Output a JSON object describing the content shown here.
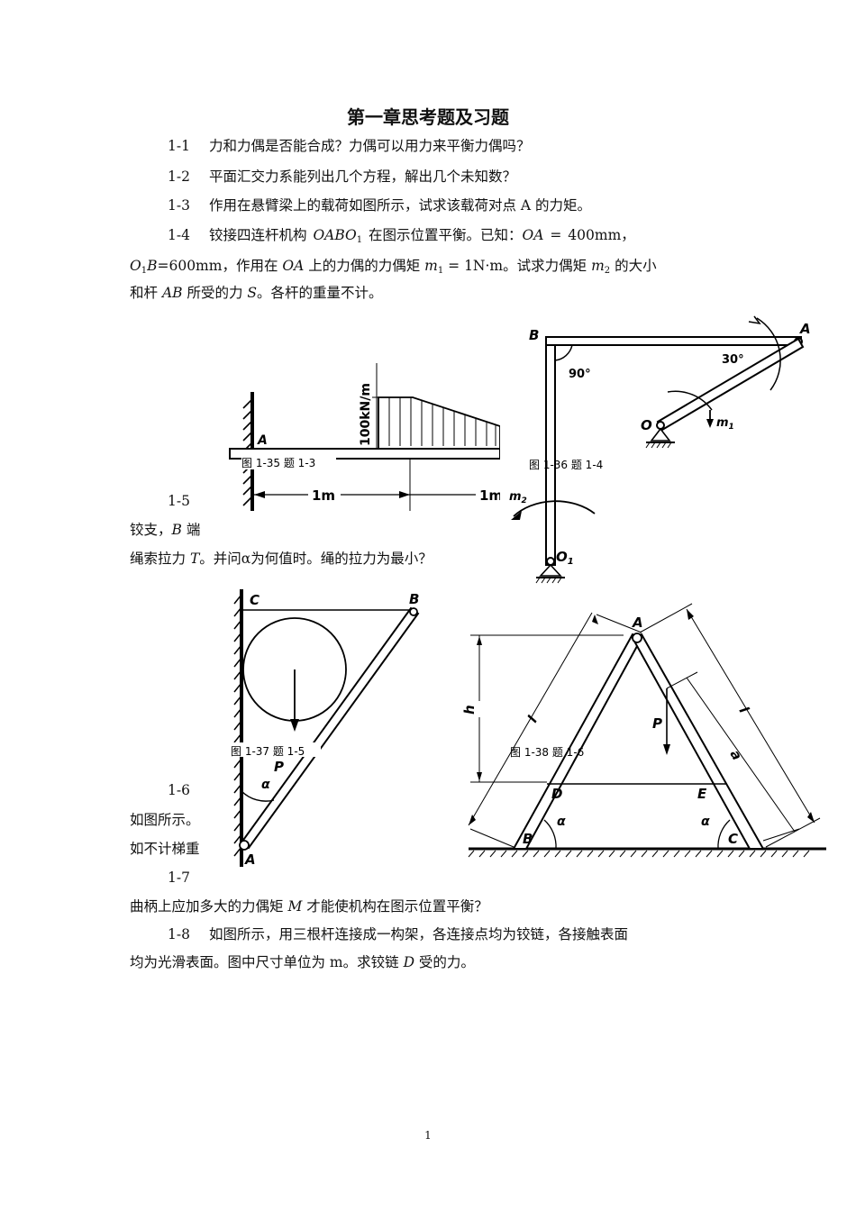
{
  "title": "第一章思考题及习题",
  "q1": {
    "num": "1-1",
    "text": "力和力偶是否能合成？力偶可以用力来平衡力偶吗？"
  },
  "q2": {
    "num": "1-2",
    "text": "平面汇交力系能列出几个方程，解出几个未知数？"
  },
  "q3": {
    "num": "1-3",
    "text": "作用在悬臂梁上的载荷如图所示，试求该载荷对点 A 的力矩。"
  },
  "q4": {
    "num": "1-4",
    "l1_a": "铰接四连杆机构 ",
    "l1_b": "OABO",
    "l1_b_sub": "1",
    "l1_c": " 在图示位置平衡。已知：",
    "l1_d": "OA",
    "l1_e": " = 400mm，",
    "l2_a": "O",
    "l2_a_sub": "1",
    "l2_b": "B",
    "l2_c": "=600mm，作用在 ",
    "l2_d": "OA",
    "l2_e": " 上的力偶的力偶矩 ",
    "l2_f": "m",
    "l2_f_sub": "1",
    "l2_g": " = 1N·m。试求力偶矩 ",
    "l2_h": "m",
    "l2_h_sub": "2",
    "l2_i": " 的大小",
    "l3_a": "和杆 ",
    "l3_b": "AB",
    "l3_c": " 所受的力 ",
    "l3_d": "S",
    "l3_e": "。各杆的重量不计。"
  },
  "q5": {
    "num": "1-5",
    "l2_a": "铰支，",
    "l2_b": "B",
    "l2_c": " 端",
    "l3_a": "绳索拉力 ",
    "l3_b": "T",
    "l3_c": "。并问α为何值时。绳的拉力为最小？"
  },
  "q6": {
    "num": "1-6",
    "l2": "如图所示。",
    "l3": "如不计梯重"
  },
  "q7": {
    "num": "1-7",
    "l2_a": "曲柄上应加多大的力偶矩 ",
    "l2_b": "M",
    "l2_c": " 才能使机构在图示位置平衡？"
  },
  "q8": {
    "num": "1-8",
    "l1": "如图所示，用三根杆连接成一构架，各连接点均为铰链，各接触表面",
    "l2_a": "均为光滑表面。图中尺寸单位为 m。求铰链 ",
    "l2_b": "D",
    "l2_c": " 受的力。"
  },
  "fig35": {
    "caption": "图 1-35  题 1-3",
    "load_label": "100kN/m",
    "point_a": "A",
    "dim1": "1m",
    "dim2": "1m"
  },
  "fig36": {
    "caption": "图 1-36  题 1-4",
    "B": "B",
    "A": "A",
    "O": "O",
    "O1": "O",
    "O1_sub": "1",
    "angle90": "90°",
    "angle30": "30°",
    "m1": "m",
    "m1_sub": "1",
    "m2": "m",
    "m2_sub": "2"
  },
  "fig37": {
    "caption": "图 1-37 题 1-5",
    "C": "C",
    "B": "B",
    "A": "A",
    "P": "P",
    "alpha": "α"
  },
  "fig38": {
    "caption": "图 1-38 题 1-6",
    "A": "A",
    "B": "B",
    "C": "C",
    "D": "D",
    "E": "E",
    "P": "P",
    "h": "h",
    "l1": "l",
    "l2": "l",
    "a": "a",
    "alpha1": "α",
    "alpha2": "α"
  },
  "page_number": "1"
}
